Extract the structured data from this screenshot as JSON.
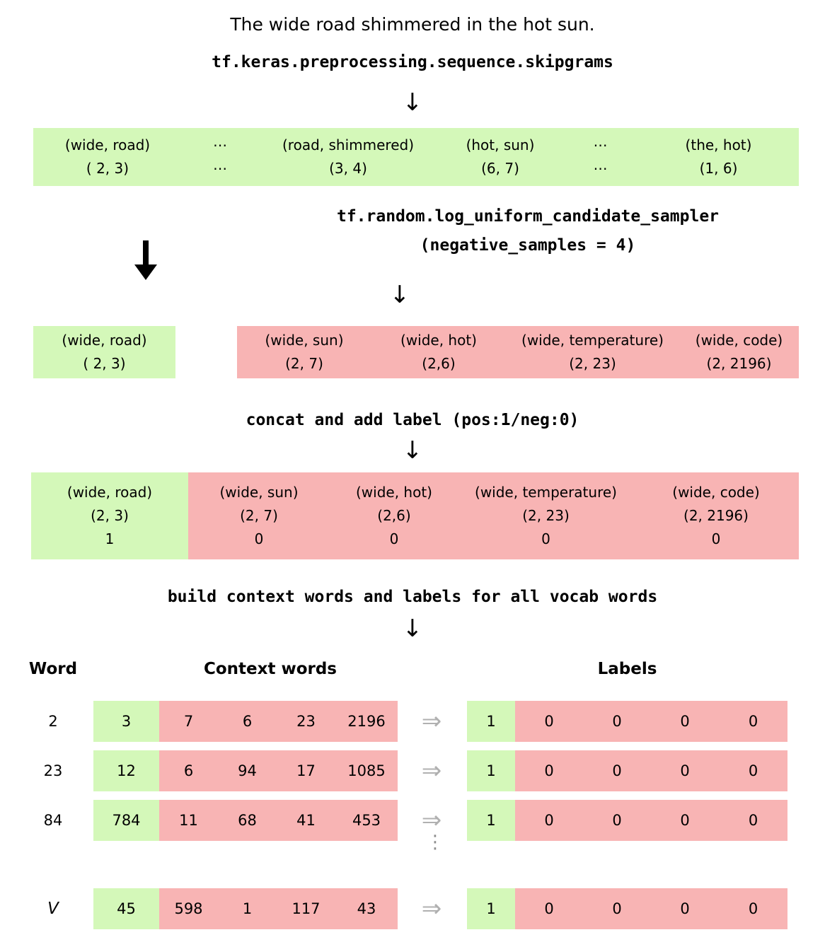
{
  "title_sentence": "The wide road shimmered in the hot sun.",
  "steps": {
    "skipgrams_fn": "tf.keras.preprocessing.sequence.skipgrams",
    "sampler_fn_line1": "tf.random.log_uniform_candidate_sampler",
    "sampler_fn_line2": "(negative_samples = 4)",
    "concat_label": "concat and add label (pos:1/neg:0)",
    "build_label": "build context words and labels for all vocab words",
    "arrow_glyph": "↓",
    "implies_glyph": "⇒",
    "vdots_glyph": "⋮",
    "ellipsis_glyph": "⋯"
  },
  "colors": {
    "positive_green": "#d4f8b9",
    "negative_pink": "#f8b4b4",
    "arrow_gray": "#b0b0b0",
    "dots_gray": "#8c8c8c"
  },
  "skipgram_band": {
    "items": [
      {
        "pair": "(wide, road)",
        "index": "( 2, 3)"
      },
      {
        "pair": "⋯",
        "index": "⋯"
      },
      {
        "pair": "(road, shimmered)",
        "index": "(3, 4)"
      },
      {
        "pair": "(hot, sun)",
        "index": "(6, 7)"
      },
      {
        "pair": "⋯",
        "index": "⋯"
      },
      {
        "pair": "(the, hot)",
        "index": "(1, 6)"
      }
    ]
  },
  "positive_box": {
    "pair": "(wide, road)",
    "index": "( 2, 3)"
  },
  "negative_box": {
    "items": [
      {
        "pair": "(wide, sun)",
        "index": "(2, 7)"
      },
      {
        "pair": "(wide, hot)",
        "index": "(2,6)"
      },
      {
        "pair": "(wide, temperature)",
        "index": "(2, 23)"
      },
      {
        "pair": "(wide, code)",
        "index": "(2, 2196)"
      }
    ]
  },
  "concat_band": {
    "items": [
      {
        "pair": "(wide, road)",
        "index": "(2, 3)",
        "label": "1",
        "kind": "positive"
      },
      {
        "pair": "(wide, sun)",
        "index": "(2, 7)",
        "label": "0",
        "kind": "negative"
      },
      {
        "pair": "(wide, hot)",
        "index": "(2,6)",
        "label": "0",
        "kind": "negative"
      },
      {
        "pair": "(wide, temperature)",
        "index": "(2, 23)",
        "label": "0",
        "kind": "negative"
      },
      {
        "pair": "(wide, code)",
        "index": "(2, 2196)",
        "label": "0",
        "kind": "negative"
      }
    ]
  },
  "table": {
    "headers": {
      "word": "Word",
      "context_words": "Context words",
      "labels": "Labels"
    },
    "rows": [
      {
        "word": "2",
        "context": [
          "3",
          "7",
          "6",
          "23",
          "2196"
        ],
        "labels": [
          "1",
          "0",
          "0",
          "0",
          "0"
        ]
      },
      {
        "word": "23",
        "context": [
          "12",
          "6",
          "94",
          "17",
          "1085"
        ],
        "labels": [
          "1",
          "0",
          "0",
          "0",
          "0"
        ]
      },
      {
        "word": "84",
        "context": [
          "784",
          "11",
          "68",
          "41",
          "453"
        ],
        "labels": [
          "1",
          "0",
          "0",
          "0",
          "0"
        ]
      },
      {
        "word": "V",
        "context": [
          "45",
          "598",
          "1",
          "117",
          "43"
        ],
        "labels": [
          "1",
          "0",
          "0",
          "0",
          "0"
        ],
        "italic": true
      }
    ]
  }
}
